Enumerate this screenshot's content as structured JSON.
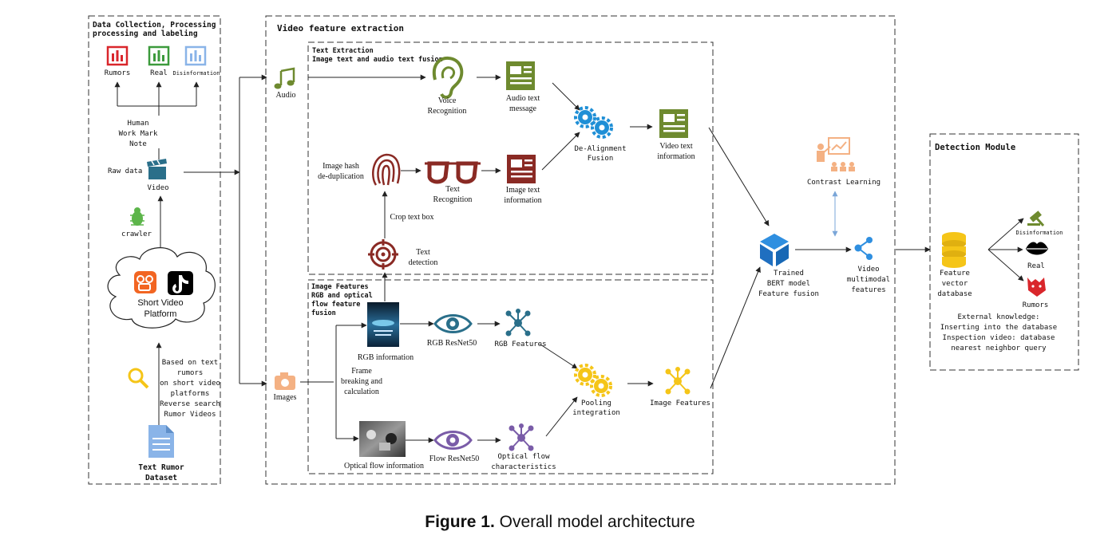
{
  "caption": {
    "label": "Figure 1.",
    "text": " Overall model architecture"
  },
  "data_collection": {
    "title_line1": "Data Collection, Processing",
    "title_line2": "processing and labeling",
    "labels": {
      "rumors": "Rumors",
      "real": "Real",
      "disinformation": "Disinformation"
    },
    "human_work": [
      "Human",
      "Work Mark",
      "Note"
    ],
    "raw_data": "Raw data",
    "video": "Video",
    "crawler": "crawler",
    "platform": [
      "Short Video",
      "Platform"
    ],
    "search_desc": [
      "Based on text",
      "rumors",
      "on short video",
      "platforms",
      "Reverse search",
      "Rumor Videos"
    ],
    "dataset": [
      "Text Rumor",
      "Dataset"
    ]
  },
  "video_feature": {
    "title": "Video feature extraction",
    "audio": "Audio",
    "images": "Images",
    "text_extraction": {
      "title_line1": "Text Extraction",
      "title_line2": "Image text and audio text fusion",
      "voice_recognition": [
        "Voice",
        "Recognition"
      ],
      "audio_text_message": [
        "Audio text",
        "message"
      ],
      "de_alignment": [
        "De-Alignment",
        "Fusion"
      ],
      "video_text_info": [
        "Video text",
        "information"
      ],
      "image_hash": [
        "Image hash",
        "de-duplication"
      ],
      "text_recognition": [
        "Text",
        "Recognition"
      ],
      "image_text_info": [
        "Image text",
        "information"
      ],
      "crop_text_box": "Crop text box",
      "text_detection": [
        "Text",
        "detection"
      ]
    },
    "image_features": {
      "title_line1": "Image Features",
      "title_line2": "RGB and optical",
      "title_line3": "flow feature",
      "title_line4": "fusion",
      "rgb_information": "RGB information",
      "rgb_resnet": "RGB ResNet50",
      "rgb_features": "RGB Features",
      "frame_breaking": [
        "Frame",
        "breaking and",
        "calculation"
      ],
      "pooling": [
        "Pooling",
        "integration"
      ],
      "image_features_out": "Image Features",
      "optical_flow_info": "Optical flow information",
      "flow_resnet": "Flow ResNet50",
      "optical_flow_char": [
        "Optical flow",
        "characteristics"
      ]
    }
  },
  "bert": [
    "Trained",
    "BERT model",
    "Feature fusion"
  ],
  "contrast_learning": "Contrast Learning",
  "video_multimodal": [
    "Video",
    "multimodal",
    "features"
  ],
  "detection": {
    "title": "Detection Module",
    "feature_db": [
      "Feature",
      "vector",
      "database"
    ],
    "outputs": {
      "disinformation": "Disinformation",
      "real": "Real",
      "rumors": "Rumors"
    },
    "external": [
      "External knowledge:",
      "Inserting into the database",
      "Inspection video: database",
      "nearest neighbor query"
    ]
  },
  "colors": {
    "red": "#d9262b",
    "green": "#3c9a3c",
    "light_blue": "#8ab4e8",
    "teal": "#2a6f8a",
    "olive": "#6e8a2f",
    "dark_red": "#8a2a24",
    "blue": "#1f8fd6",
    "yellow": "#f5c518",
    "purple": "#7a5ca8",
    "peach": "#f4b183",
    "navy": "#2166b0"
  }
}
